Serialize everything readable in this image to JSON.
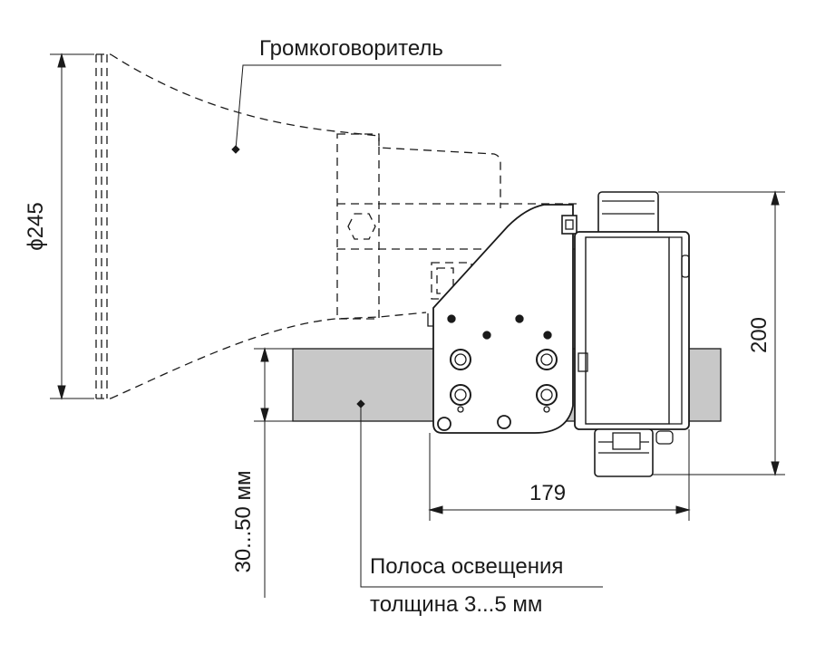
{
  "labels": {
    "loudspeaker": "Громкоговоритель",
    "diameter": "ϕ245",
    "height": "200",
    "width": "179",
    "bar_range": "30...50 мм",
    "strip_name": "Полоса освещения",
    "strip_thickness": "толщина 3...5 мм"
  },
  "colors": {
    "line": "#1a1a1a",
    "strip_fill": "#c8c8c8",
    "background": "#ffffff"
  }
}
